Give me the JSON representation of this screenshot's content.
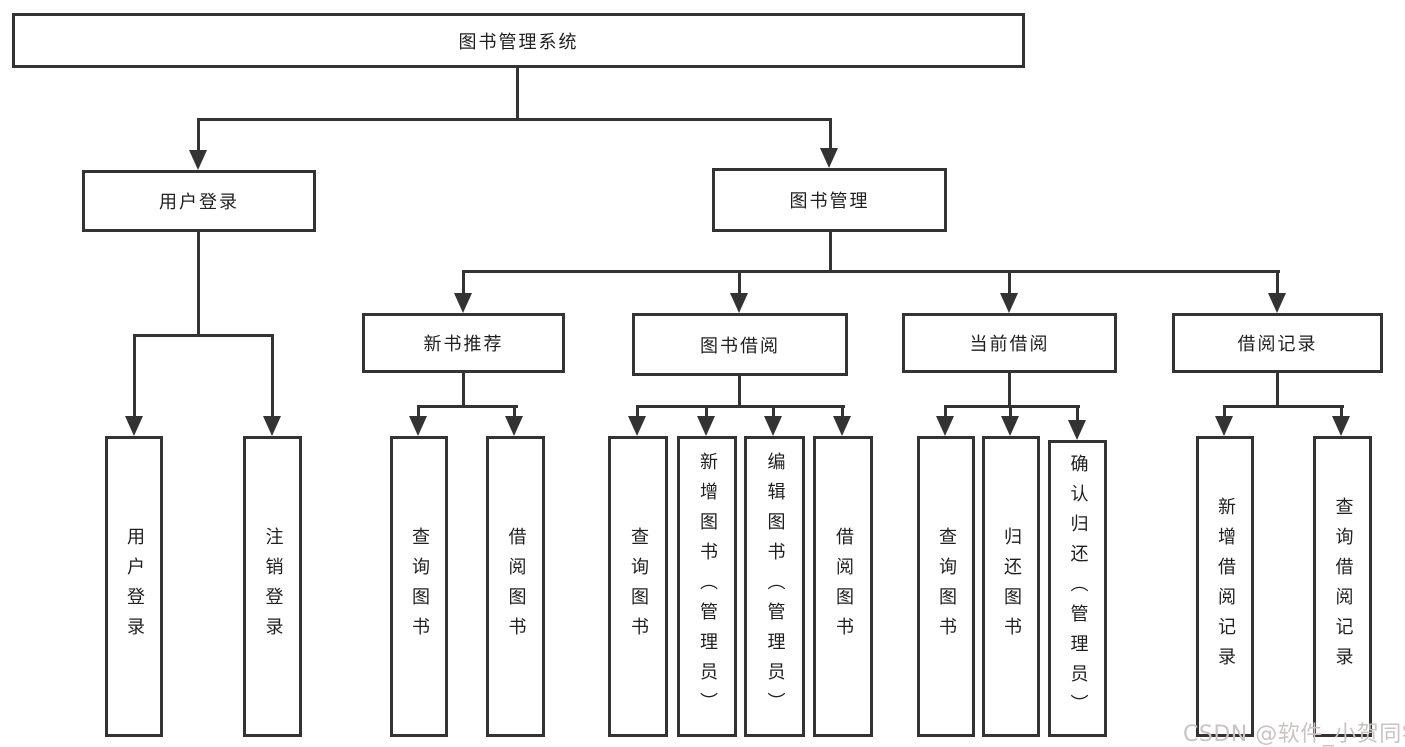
{
  "title": "图书管理系统",
  "level1": {
    "user_login": "用户登录",
    "book_mgmt": "图书管理"
  },
  "level2": {
    "new_book": "新书推荐",
    "book_borrow": "图书借阅",
    "current_borrow": "当前借阅",
    "borrow_records": "借阅记录"
  },
  "leaves": {
    "user_login": [
      "用户登录",
      "注销登录"
    ],
    "new_book": [
      "查询图书",
      "借阅图书"
    ],
    "book_borrow": [
      "查询图书",
      "新增图书（管理员）",
      "编辑图书（管理员）",
      "借阅图书"
    ],
    "current_borrow": [
      "查询图书",
      "归还图书",
      "确认归还（管理员）"
    ],
    "borrow_records": [
      "新增借阅记录",
      "查询借阅记录"
    ]
  },
  "watermark": "CSDN @软件_小贺同学",
  "colors": {
    "line": "#333333",
    "text": "#1f1f1f",
    "watermark": "#cbc3c3",
    "background": "#ffffff"
  }
}
